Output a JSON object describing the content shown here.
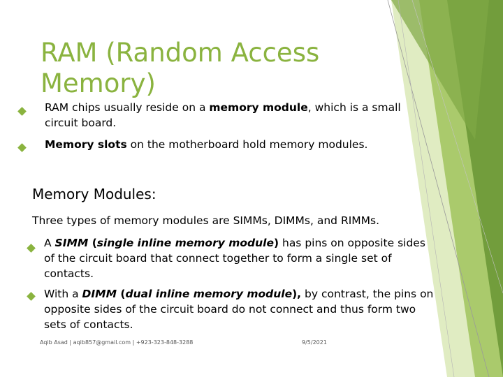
{
  "slide": {
    "title": "RAM (Random Access Memory)",
    "bullets_top": [
      {
        "before": "RAM chips usually reside on a ",
        "bold": "memory module",
        "after": ", which is a small circuit board."
      },
      {
        "bold": "Memory slots",
        "after": " on the motherboard hold memory modules."
      }
    ],
    "subheading": "Memory Modules:",
    "intro": "Three types of memory modules are SIMMs, DIMMs, and RIMMs.",
    "bullets_bottom": [
      {
        "before": "A ",
        "bold_italic": "SIMM",
        "mid_open": " (",
        "italic": "single inline memory module",
        "mid_close": ")",
        "after": " has pins on opposite sides of the circuit board that connect together to form a single set of contacts."
      },
      {
        "before": "With a ",
        "bold_italic": "DIMM",
        "mid_open": " (",
        "italic": "dual inline memory module",
        "mid_close": "),",
        "after": " by contrast, the pins on opposite sides of the circuit board do not connect and thus form two sets of contacts."
      }
    ],
    "footer_left": "Aqib Asad | aqib857@gmail.com | +923-323-848-3288",
    "footer_date": "9/5/2021"
  },
  "colors": {
    "accent": "#8ab33f",
    "green_dark": "#6f9a3a",
    "green_light": "#c7dd8f"
  }
}
